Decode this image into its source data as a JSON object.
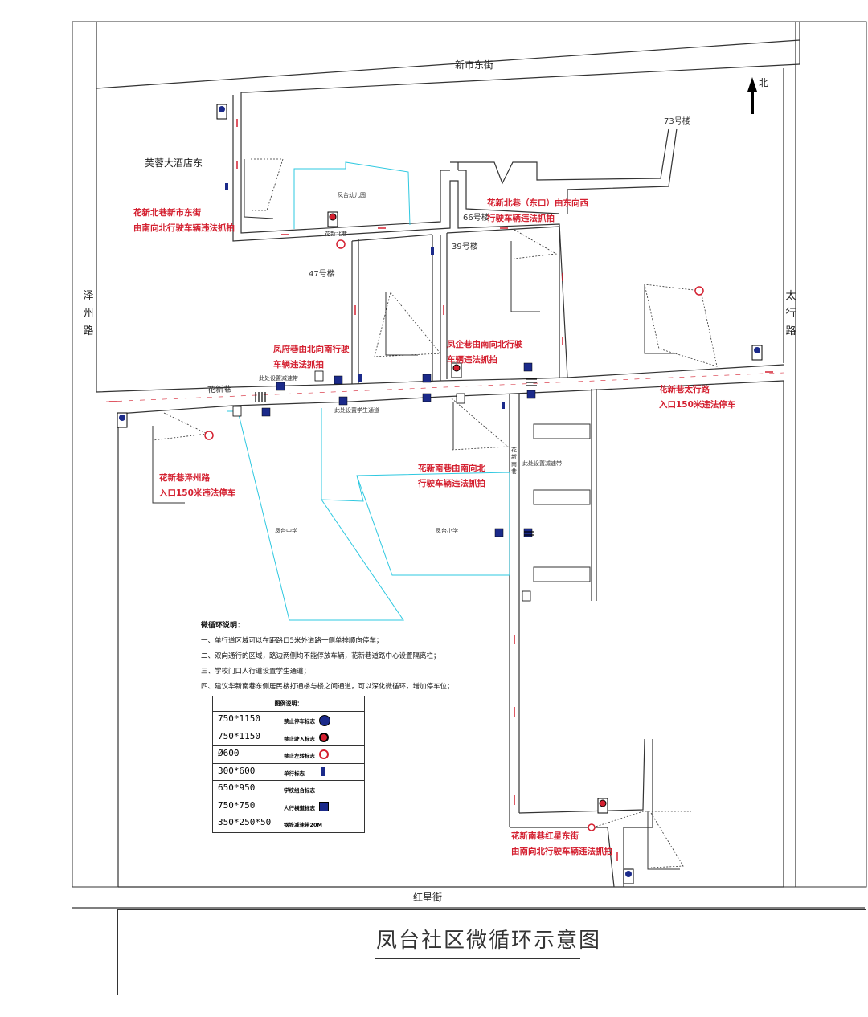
{
  "map": {
    "title": "凤台社区微循环示意图",
    "north_label": "北",
    "streets": {
      "north": "新市东街",
      "south": "红星街",
      "west": "泽州路",
      "east": "太行路",
      "huaxin_lane": "花新巷",
      "huaxin_north_lane": "花新北巷",
      "huaxin_south_lane": "花新南巷"
    },
    "places": {
      "hotel": "芙蓉大酒店东",
      "bld73": "73号楼",
      "bld66": "66号楼",
      "bld47": "47号楼",
      "bld39": "39号楼",
      "kindergarten": "凤台幼儿园",
      "middle_school": "凤台中学",
      "primary_school": "凤台小学"
    },
    "tiny_notes": {
      "speed_bump": "此处设置减速带",
      "student_path": "此处设置学生通道",
      "speed_bump_2": "此处设置减速带"
    },
    "red_notes": {
      "n1_l1": "花新北巷新市东街",
      "n1_l2": "由南向北行驶车辆违法抓拍",
      "n2_l1": "花新北巷（东口）由东向西",
      "n2_l2": "行驶车辆违法抓拍",
      "n3_l1": "凤府巷由北向南行驶",
      "n3_l2": "车辆违法抓拍",
      "n4_l1": "凤企巷由南向北行驶",
      "n4_l2": "车辆违法抓拍",
      "n5_l1": "花新巷太行路",
      "n5_l2": "入口150米违法停车",
      "n6_l1": "花新巷泽州路",
      "n6_l2": "入口150米违法停车",
      "n7_l1": "花新南巷由南向北",
      "n7_l2": "行驶车辆违法抓拍",
      "n8_l1": "花新南巷红星东街",
      "n8_l2": "由南向北行驶车辆违法抓拍"
    },
    "notes": {
      "title": "微循环说明：",
      "items": [
        "一、单行道区域可以在距路口5米外道路一侧单排顺向停车；",
        "二、双向通行的区域，路边两侧均不能停放车辆，花新巷道路中心设置隔离栏；",
        "三、学校门口人行道设置学生通道；",
        "四、建议华新南巷东侧居民楼打通楼与楼之间通道，可以深化微循环，增加停车位；"
      ]
    },
    "legend": {
      "header": "图例说明：",
      "rows": [
        {
          "dim": "750*1150",
          "desc": "禁止停车标志",
          "icon": "no-parking-sign-icon"
        },
        {
          "dim": "750*1150",
          "desc": "禁止驶入标志",
          "icon": "no-entry-sign-icon"
        },
        {
          "dim": "Ø600",
          "desc": "禁止左转标志",
          "icon": "no-left-turn-sign-icon"
        },
        {
          "dim": "300*600",
          "desc": "单行标志",
          "icon": "one-way-sign-icon"
        },
        {
          "dim": "650*950",
          "desc": "学校组合标志",
          "icon": "school-sign-icon"
        },
        {
          "dim": "750*750",
          "desc": "人行横道标志",
          "icon": "crosswalk-sign-icon"
        },
        {
          "dim": "350*250*50",
          "desc": "钢铁减速带20M",
          "icon": ""
        }
      ]
    },
    "colors": {
      "road": "#333333",
      "school_boundary": "#2ec8e0",
      "annotation_red": "#d42030",
      "sign_blue": "#1b2a8a"
    }
  }
}
